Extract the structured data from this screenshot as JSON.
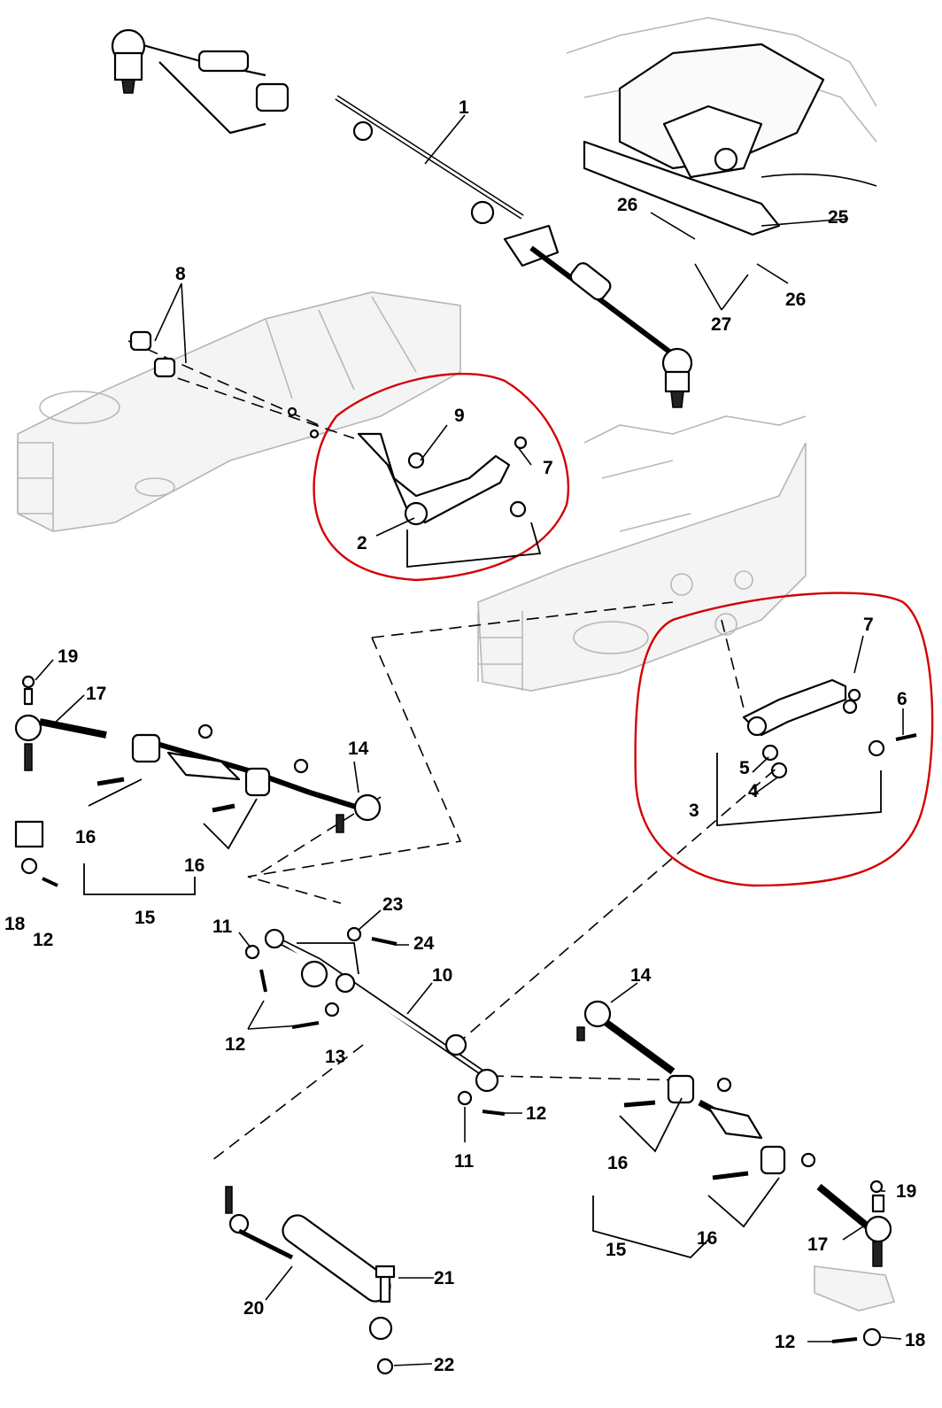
{
  "callouts": {
    "c1": "1",
    "c2": "2",
    "c3": "3",
    "c4": "4",
    "c5": "5",
    "c6": "6",
    "c7a": "7",
    "c7b": "7",
    "c8": "8",
    "c9": "9",
    "c10": "10",
    "c11a": "11",
    "c11b": "11",
    "c12a": "12",
    "c12b": "12",
    "c12c": "12",
    "c12d": "12",
    "c13": "13",
    "c14a": "14",
    "c14b": "14",
    "c15a": "15",
    "c15b": "15",
    "c16a": "16",
    "c16b": "16",
    "c16c": "16",
    "c16d": "16",
    "c17a": "17",
    "c17b": "17",
    "c18a": "18",
    "c18b": "18",
    "c19a": "19",
    "c19b": "19",
    "c20": "20",
    "c21": "21",
    "c22": "22",
    "c23": "23",
    "c24": "24",
    "c25": "25",
    "c26a": "26",
    "c26b": "26",
    "c27": "27"
  },
  "highlight_color": "#d40000"
}
